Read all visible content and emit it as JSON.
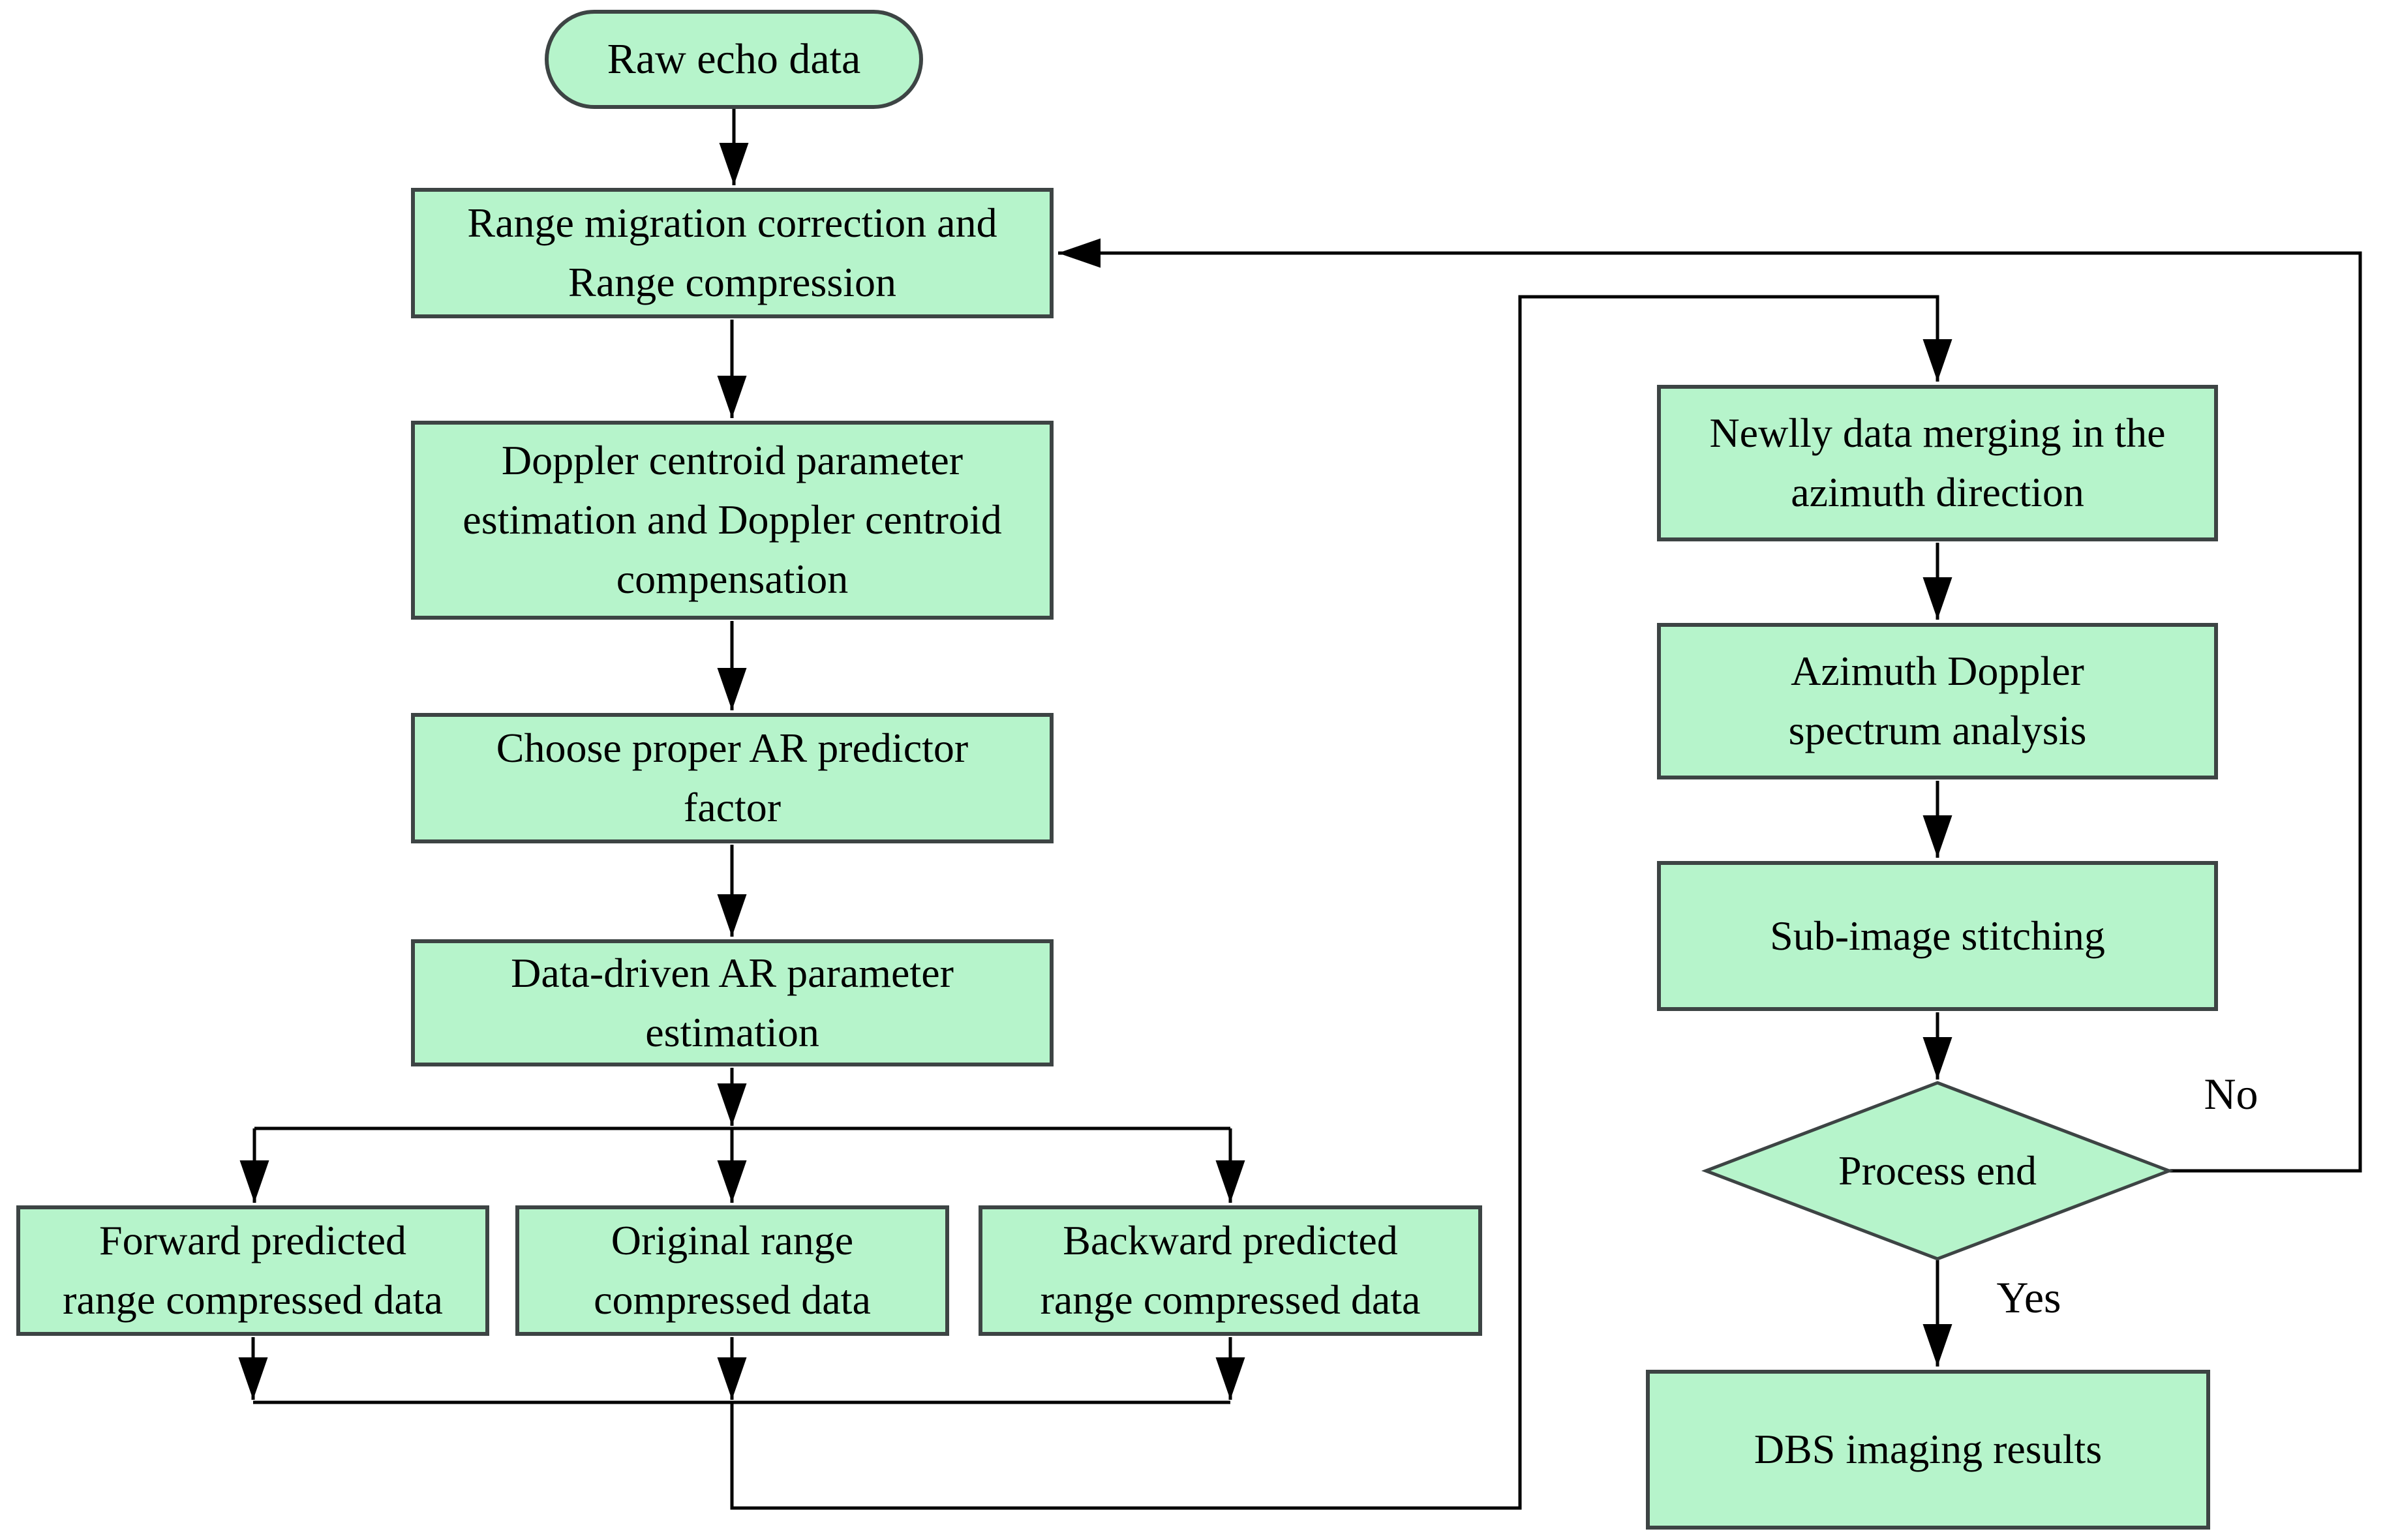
{
  "colors": {
    "node_fill": "#b6f4cb",
    "node_border": "#3d4444",
    "line_color": "#000000",
    "text_color": "#000000",
    "background": "#ffffff"
  },
  "nodes": {
    "raw_echo": {
      "label": "Raw echo data",
      "shape": "terminator"
    },
    "range_migration": {
      "label": "Range migration correction and\nRange compression",
      "shape": "process"
    },
    "doppler_centroid": {
      "label": "Doppler centroid parameter\nestimation and Doppler centroid\ncompensation",
      "shape": "process"
    },
    "ar_predictor": {
      "label": "Choose proper AR predictor\nfactor",
      "shape": "process"
    },
    "ar_estimation": {
      "label": "Data-driven AR parameter\nestimation",
      "shape": "process"
    },
    "forward_predicted": {
      "label": "Forward predicted\nrange compressed data",
      "shape": "process"
    },
    "original_range": {
      "label": "Original range\ncompressed data",
      "shape": "process"
    },
    "backward_predicted": {
      "label": "Backward predicted\nrange compressed data",
      "shape": "process"
    },
    "data_merging": {
      "label": "Newlly data merging in the\nazimuth direction",
      "shape": "process"
    },
    "spectrum_analysis": {
      "label": "Azimuth Doppler\nspectrum analysis",
      "shape": "process"
    },
    "sub_image_stitching": {
      "label": "Sub-image stitching",
      "shape": "process"
    },
    "process_end": {
      "label": "Process end",
      "shape": "decision"
    },
    "dbs_results": {
      "label": "DBS imaging results",
      "shape": "process"
    }
  },
  "edge_labels": {
    "no": "No",
    "yes": "Yes"
  }
}
